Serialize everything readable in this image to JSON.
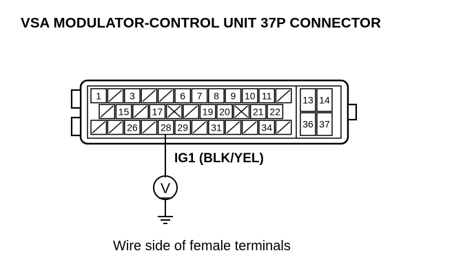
{
  "title": "VSA MODULATOR-CONTROL UNIT 37P CONNECTOR",
  "caption": "Wire side of female terminals",
  "wire_label": "IG1 (BLK/YEL)",
  "meter_symbol": "V",
  "connector": {
    "row1": [
      "1",
      "",
      "3",
      "",
      "",
      "6",
      "7",
      "8",
      "9",
      "10",
      "11",
      ""
    ],
    "row2": [
      "",
      "15",
      "",
      "17",
      "X",
      "",
      "19",
      "20",
      "X",
      "21",
      "22",
      ""
    ],
    "row3": [
      "",
      "",
      "26",
      "",
      "28",
      "29",
      "",
      "31",
      "",
      "",
      "34",
      ""
    ],
    "right_block": [
      [
        "13",
        "14"
      ],
      [
        "36",
        "37"
      ]
    ],
    "probed_terminal": "28"
  },
  "icons": {
    "voltmeter": "voltmeter-icon",
    "ground": "ground-icon"
  }
}
